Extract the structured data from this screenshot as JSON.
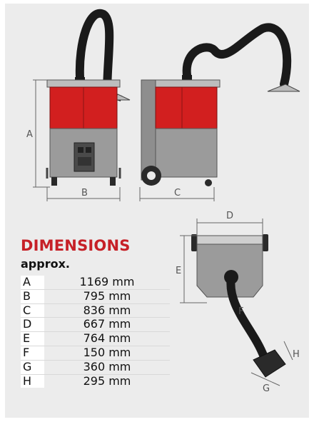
{
  "heading": "DIMENSIONS",
  "subheading": "approx.",
  "dimensions": [
    {
      "key": "A",
      "value": "1169 mm"
    },
    {
      "key": "B",
      "value": "795 mm"
    },
    {
      "key": "C",
      "value": "836 mm"
    },
    {
      "key": "D",
      "value": "667 mm"
    },
    {
      "key": "E",
      "value": "764 mm"
    },
    {
      "key": "F",
      "value": "150 mm"
    },
    {
      "key": "G",
      "value": "360 mm"
    },
    {
      "key": "H",
      "value": "295 mm"
    }
  ],
  "drawing_labels": {
    "a": "A",
    "b": "B",
    "c": "C",
    "d": "D",
    "e": "E",
    "f": "F",
    "g": "G",
    "h": "H"
  },
  "colors": {
    "panel": "#ececec",
    "housing_red": "#d21f1f",
    "housing_gray": "#9b9b9b",
    "arm": "#1a1a1a",
    "heading": "#c62027"
  }
}
